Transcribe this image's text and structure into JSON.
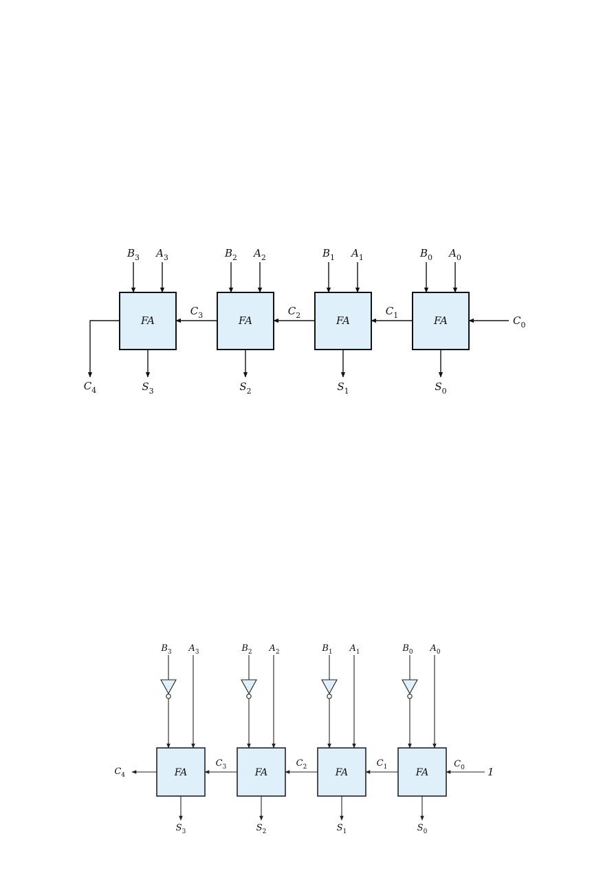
{
  "adder": {
    "fa_label": "FA",
    "inputs_b": [
      [
        "B",
        "3"
      ],
      [
        "B",
        "2"
      ],
      [
        "B",
        "1"
      ],
      [
        "B",
        "0"
      ]
    ],
    "inputs_a": [
      [
        "A",
        "3"
      ],
      [
        "A",
        "2"
      ],
      [
        "A",
        "1"
      ],
      [
        "A",
        "0"
      ]
    ],
    "carries": [
      [
        "C",
        "3"
      ],
      [
        "C",
        "2"
      ],
      [
        "C",
        "1"
      ]
    ],
    "carry_in": [
      "C",
      "0"
    ],
    "carry_out": [
      "C",
      "4"
    ],
    "sums": [
      [
        "S",
        "3"
      ],
      [
        "S",
        "2"
      ],
      [
        "S",
        "1"
      ],
      [
        "S",
        "0"
      ]
    ]
  },
  "subtractor": {
    "fa_label": "FA",
    "inputs_b": [
      [
        "B",
        "3"
      ],
      [
        "B",
        "2"
      ],
      [
        "B",
        "1"
      ],
      [
        "B",
        "0"
      ]
    ],
    "inputs_a": [
      [
        "A",
        "3"
      ],
      [
        "A",
        "2"
      ],
      [
        "A",
        "1"
      ],
      [
        "A",
        "0"
      ]
    ],
    "carries": [
      [
        "C",
        "3"
      ],
      [
        "C",
        "2"
      ],
      [
        "C",
        "1"
      ]
    ],
    "carry_in": [
      "C",
      "0"
    ],
    "carry_in_value": "1",
    "carry_out": [
      "C",
      "4"
    ],
    "sums": [
      [
        "S",
        "3"
      ],
      [
        "S",
        "2"
      ],
      [
        "S",
        "1"
      ],
      [
        "S",
        "0"
      ]
    ]
  }
}
